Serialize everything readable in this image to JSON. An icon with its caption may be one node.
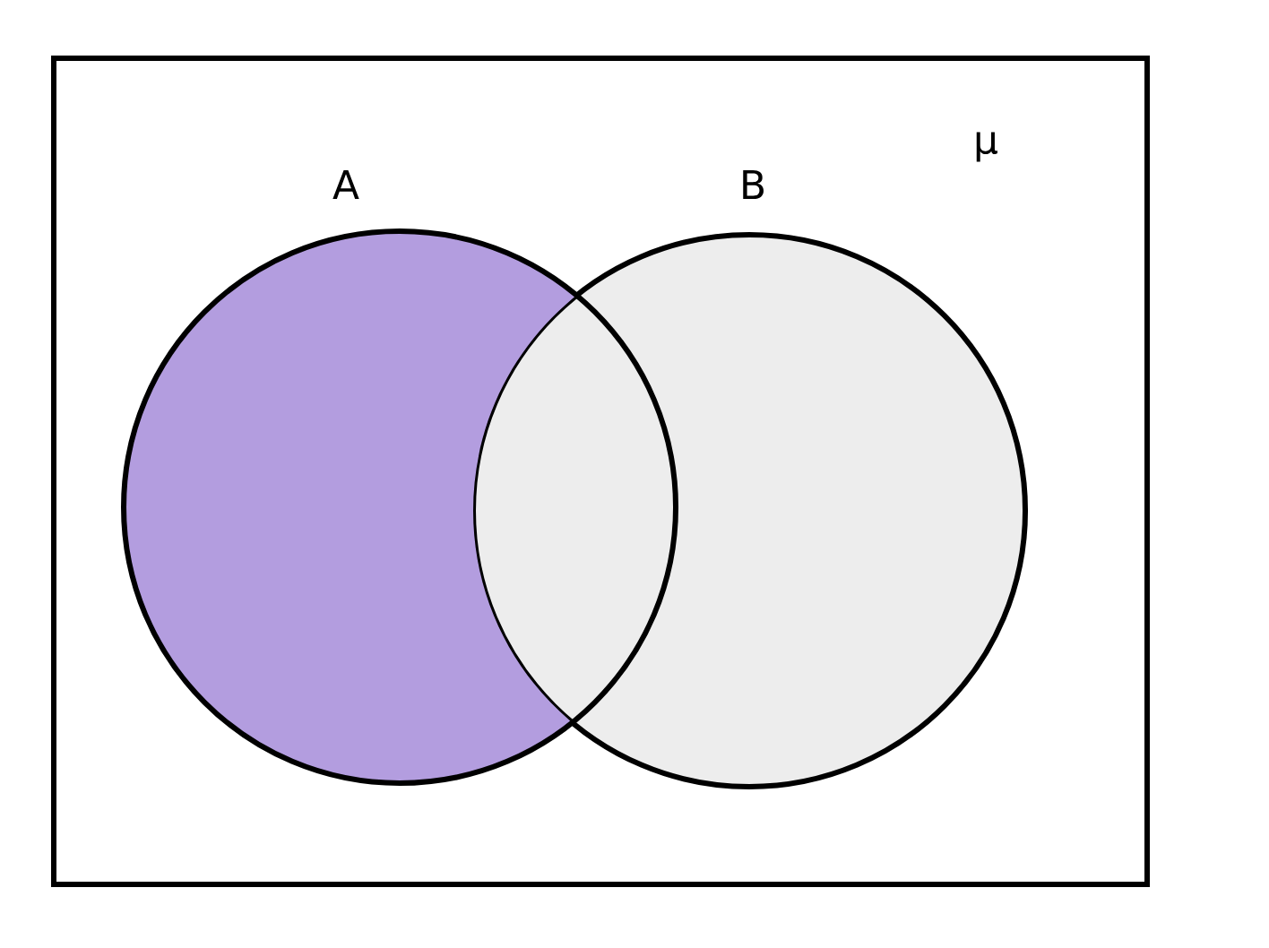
{
  "diagram": {
    "nodes": [
      {
        "text": [
          "μ"
        ]
      },
      {
        "text": [
          "A"
        ],
        "in": 0
      },
      {
        "text": [
          "B"
        ],
        "in": 0
      }
    ]
  }
}
